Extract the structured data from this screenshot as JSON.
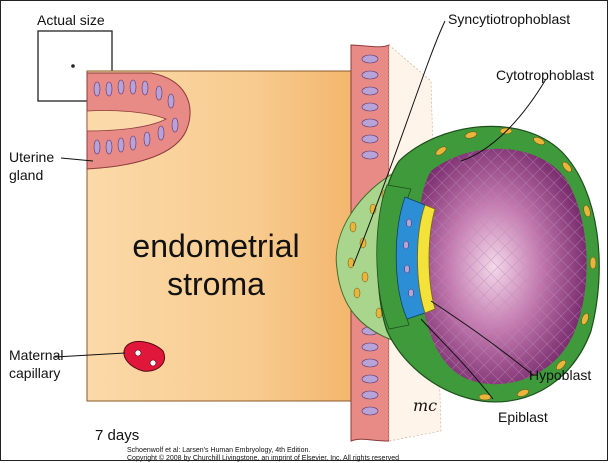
{
  "figure": {
    "labels": {
      "actual_size": "Actual size",
      "syncytiotrophoblast": "Syncytiotrophoblast",
      "cytotrophoblast": "Cytotrophoblast",
      "uterine_gland_line1": "Uterine",
      "uterine_gland_line2": "gland",
      "stroma_line1": "endometrial",
      "stroma_line2": "stroma",
      "maternal_capillary_line1": "Maternal",
      "maternal_capillary_line2": "capillary",
      "hypoblast": "Hypoblast",
      "epiblast": "Epiblast",
      "days": "7 days",
      "signature": "mc"
    },
    "credit": {
      "line1": "Schoenwolf et al: Larsen's Human Embryology, 4th Edition.",
      "line2": "Copyright © 2008 by Churchill Livingstone, an imprint of Elsevier, Inc. All rights reserved"
    },
    "colors": {
      "stroma": "#f6c98e",
      "epithelium": "#e88a86",
      "nucleus": "#b9a3d6",
      "syncytium_green": "#7cc06a",
      "cytotrophoblast_green": "#3f9a3c",
      "hypoblast_yellow": "#f2e23a",
      "epiblast_blue": "#2c8fd6",
      "cavity_purple": "#9b3a86",
      "capillary_red": "#e0173a"
    }
  }
}
